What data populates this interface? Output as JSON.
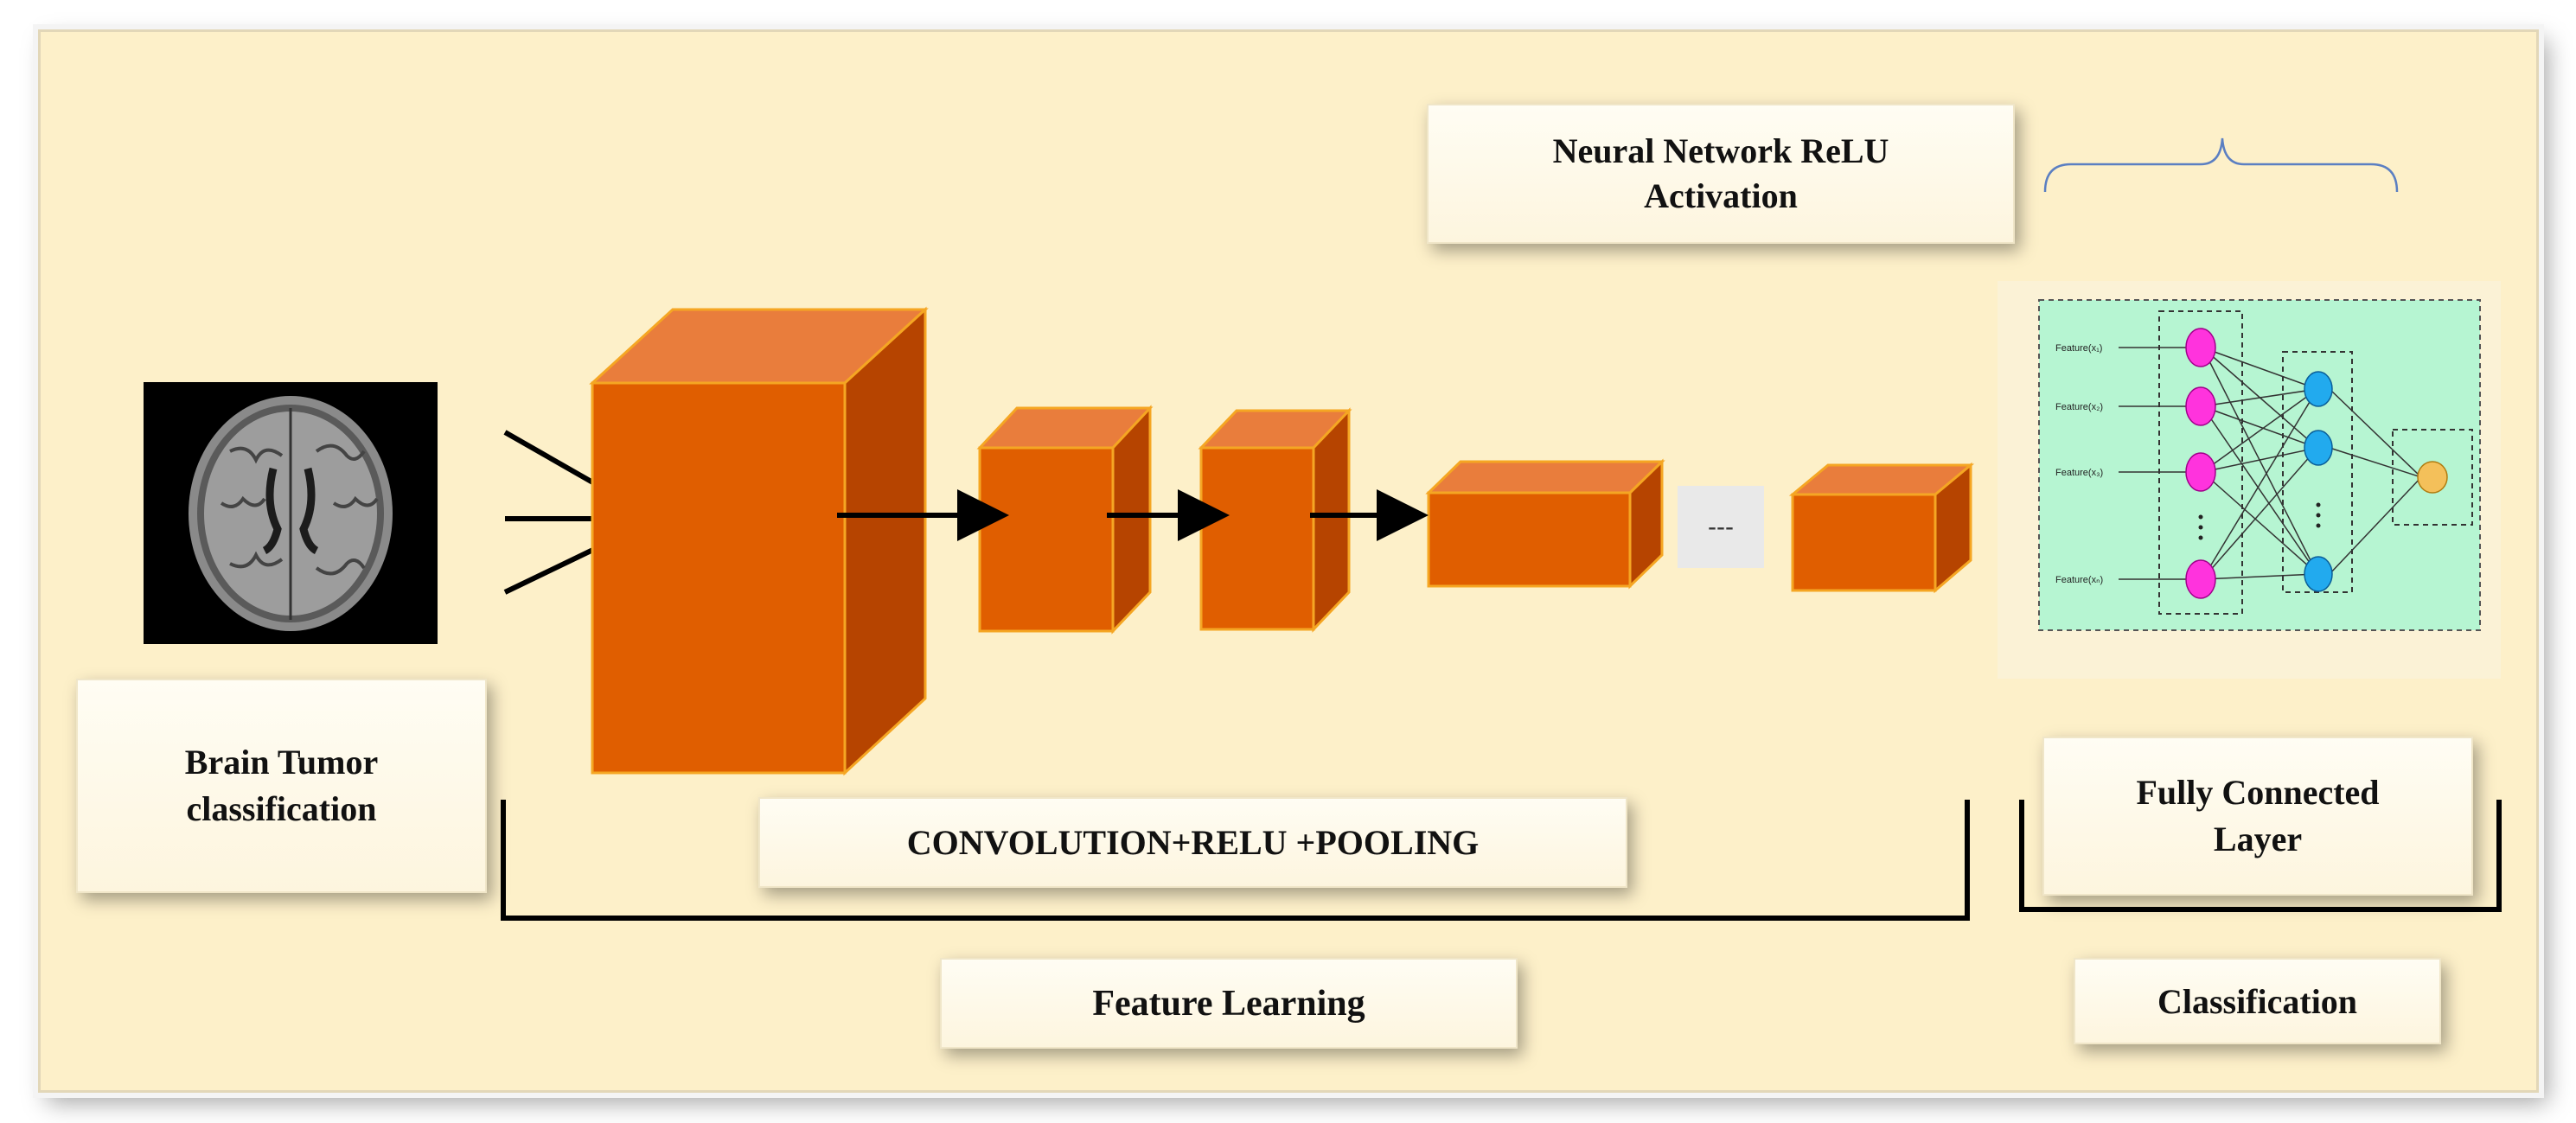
{
  "labels": {
    "input_title": "Brain  Tumor\nclassification",
    "conv_title": "CONVOLUTION+RELU  +POOLING",
    "relu_title": "Neural Network ReLU\nActivation",
    "fc_title": "Fully Connected\nLayer",
    "feature_learning": "Feature Learning",
    "classification": "Classification",
    "ellipsis": "---"
  },
  "fc_network": {
    "input_labels": [
      "Feature(x₁)",
      "Feature(x₂)",
      "Feature(x₃)",
      "Feature(xₙ)"
    ],
    "colors": {
      "input": "#ff33dd",
      "hidden": "#22aaee",
      "output": "#f4c05a",
      "panel": "#b6f5d2"
    }
  },
  "colors": {
    "block_front": "#e05e00",
    "block_top": "#e97d3c",
    "block_side": "#b64400",
    "background": "#fdf0c9"
  }
}
